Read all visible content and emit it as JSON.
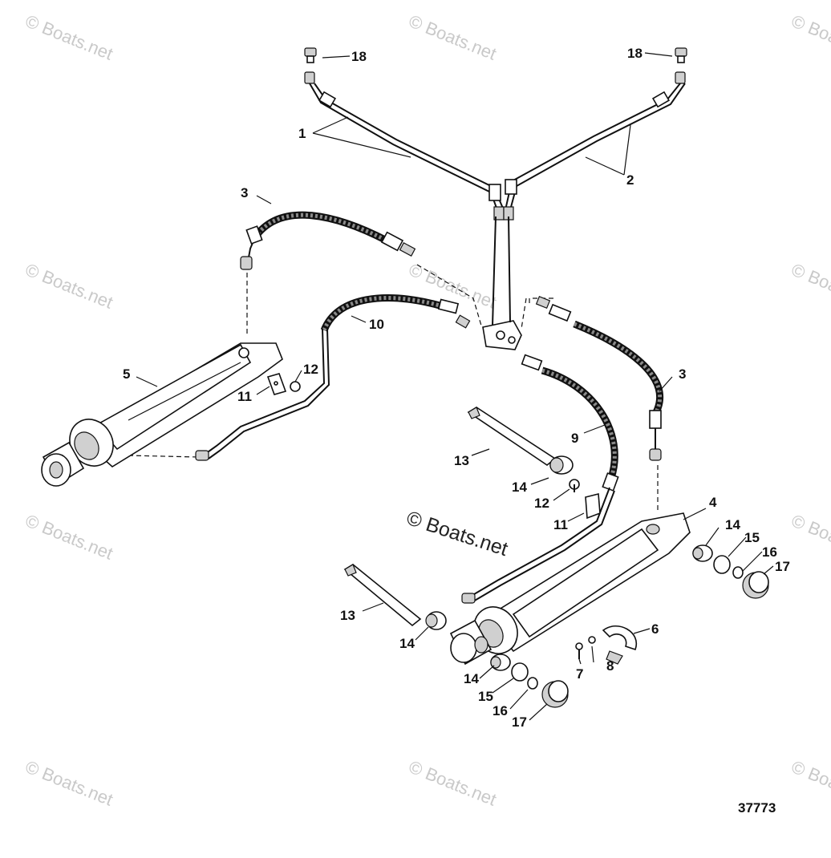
{
  "watermark": {
    "corner_text": "© Boats.net",
    "center_text": "© Boats.net"
  },
  "drawing_number": "37773",
  "callouts": {
    "c1": "1",
    "c2": "2",
    "c3a": "3",
    "c3b": "3",
    "c4": "4",
    "c5": "5",
    "c6": "6",
    "c7": "7",
    "c8": "8",
    "c9": "9",
    "c10": "10",
    "c11a": "11",
    "c11b": "11",
    "c12a": "12",
    "c12b": "12",
    "c13a": "13",
    "c13b": "13",
    "c14a": "14",
    "c14b": "14",
    "c14c": "14",
    "c14d": "14",
    "c15a": "15",
    "c15b": "15",
    "c16a": "16",
    "c16b": "16",
    "c17a": "17",
    "c17b": "17",
    "c18a": "18",
    "c18b": "18"
  },
  "colors": {
    "ink": "#111111",
    "watermark": "#c9c9c9",
    "background": "#ffffff"
  }
}
